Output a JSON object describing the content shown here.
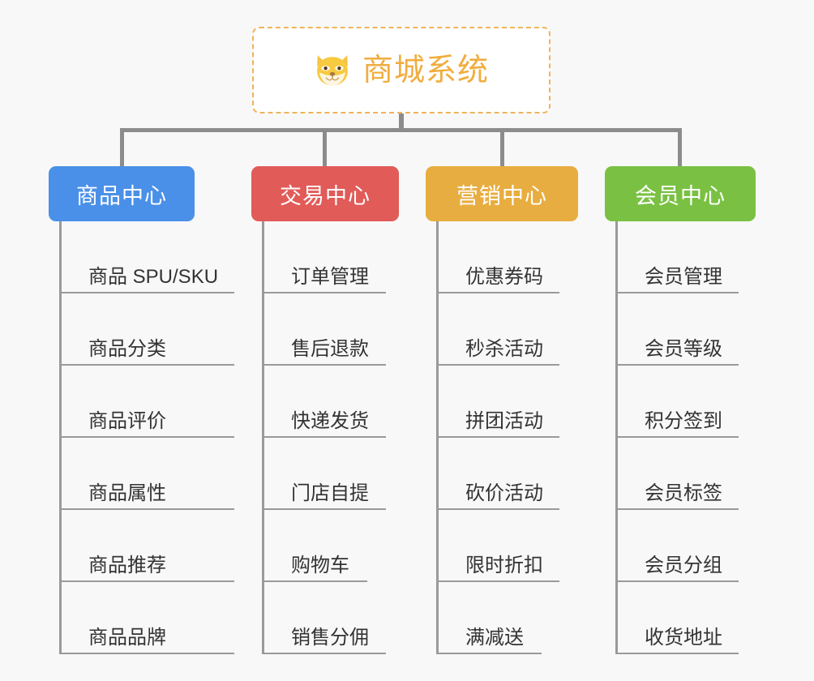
{
  "background_color": "#f8f8f8",
  "root": {
    "icon": "shiba-dog-face-emoji",
    "title": "商城系统",
    "title_color": "#f0ad3e",
    "border_color": "#f0b35a"
  },
  "branches": [
    {
      "title": "商品中心",
      "color": "#4a90e8",
      "items": [
        "商品 SPU/SKU",
        "商品分类",
        "商品评价",
        "商品属性",
        "商品推荐",
        "商品品牌"
      ]
    },
    {
      "title": "交易中心",
      "color": "#e15b58",
      "items": [
        "订单管理",
        "售后退款",
        "快递发货",
        "门店自提",
        "购物车",
        "销售分佣"
      ]
    },
    {
      "title": "营销中心",
      "color": "#e8ad40",
      "items": [
        "优惠券码",
        "秒杀活动",
        "拼团活动",
        "砍价活动",
        "限时折扣",
        "满减送"
      ]
    },
    {
      "title": "会员中心",
      "color": "#7ac143",
      "items": [
        "会员管理",
        "会员等级",
        "积分签到",
        "会员标签",
        "会员分组",
        "收货地址"
      ]
    }
  ]
}
